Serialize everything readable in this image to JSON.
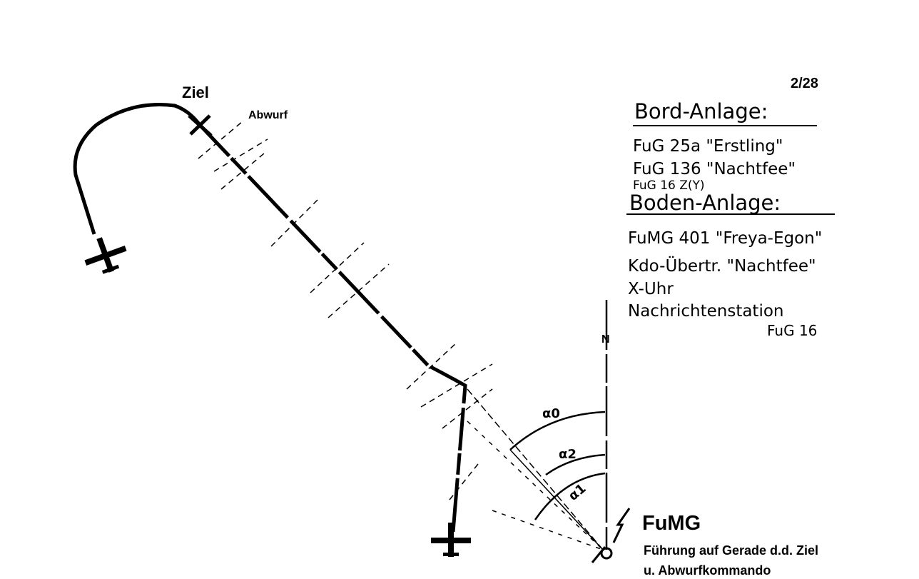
{
  "page_number": "2/28",
  "labels": {
    "target": "Ziel",
    "release": "Abwurf",
    "north": "N",
    "alpha0": "α0",
    "alpha1": "α1",
    "alpha2": "α2"
  },
  "airborne": {
    "heading": "Bord-Anlage:",
    "items": [
      "FuG 25a \"Erstling\"",
      "FuG 136 \"Nachtfee\"",
      "FuG 16 Z(Y)"
    ]
  },
  "ground": {
    "heading": "Boden-Anlage:",
    "items": [
      "FuMG 401 \"Freya-Egon\"",
      "Kdo-Übertr. \"Nachtfee\"",
      "X-Uhr",
      "Nachrichtenstation",
      "FuG 16"
    ]
  },
  "radar": {
    "title": "FuMG",
    "caption_line1": "Führung auf Gerade d.d. Ziel",
    "caption_line2": "u. Abwurfkommando"
  }
}
